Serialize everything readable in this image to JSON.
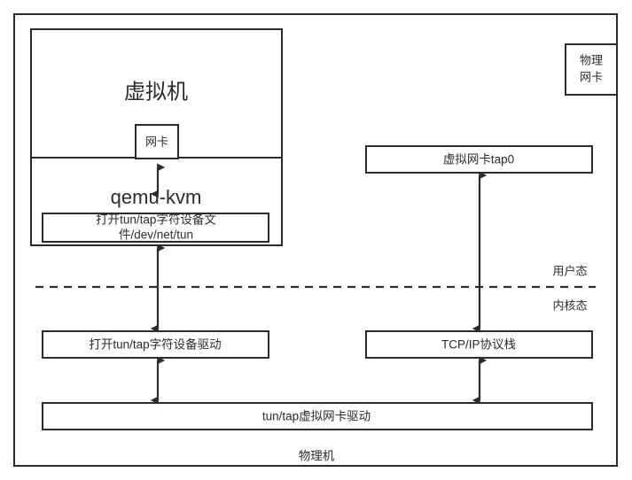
{
  "diagram": {
    "title_note": "qemu-kvm tun/tap virtual network card architecture",
    "outer_frame": {
      "name": "physical-machine-frame",
      "label": "物理机"
    },
    "nodes": {
      "vm": {
        "label": "虚拟机"
      },
      "vm_nic": {
        "label": "网卡"
      },
      "qemu": {
        "label": "qemu-kvm"
      },
      "qemu_open_tun": {
        "line1": "打开tun/tap字符设备文",
        "line2": "件/dev/net/tun"
      },
      "physical_nic": {
        "line1": "物理",
        "line2": "网卡"
      },
      "tap0": {
        "label": "虚拟网卡tap0"
      },
      "char_dev_driver": {
        "label": "打开tun/tap字符设备驱动"
      },
      "tcpip_stack": {
        "label": "TCP/IP协议栈"
      },
      "tuntap_driver": {
        "label": "tun/tap虚拟网卡驱动"
      }
    },
    "mode_labels": {
      "user_mode": "用户态",
      "kernel_mode": "内核态"
    },
    "colors": {
      "stroke": "#2b2b2b",
      "fill": "#ffffff",
      "text": "#2b2b2b"
    }
  }
}
